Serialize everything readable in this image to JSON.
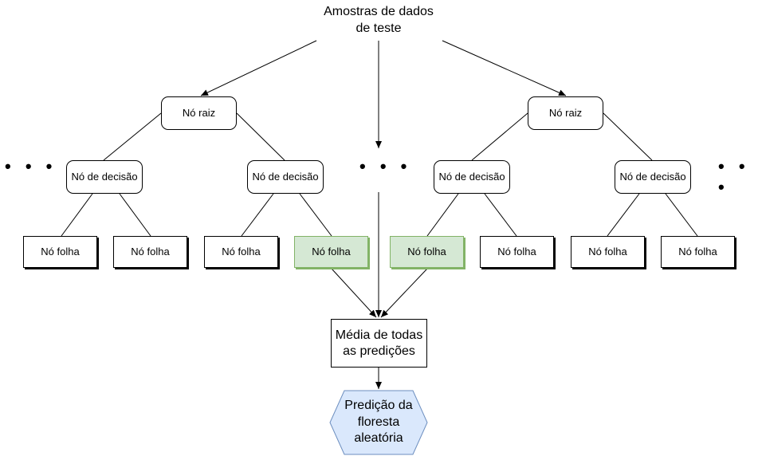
{
  "input": {
    "line1": "Amostras de dados",
    "line2": "de teste"
  },
  "trees": [
    {
      "root": "Nó raiz",
      "decisions": [
        "Nó de decisão",
        "Nó de decisão"
      ],
      "leaves": [
        "Nó folha",
        "Nó folha",
        "Nó folha",
        "Nó folha"
      ]
    },
    {
      "root": "Nó raiz",
      "decisions": [
        "Nó de decisão",
        "Nó de decisão"
      ],
      "leaves": [
        "Nó folha",
        "Nó folha",
        "Nó folha",
        "Nó folha"
      ]
    }
  ],
  "ellipsis": "• • •",
  "average": {
    "line1": "Média de todas",
    "line2": "as predições"
  },
  "output": {
    "line1": "Predição da",
    "line2": "floresta",
    "line3": "aleatória"
  },
  "colors": {
    "highlight_fill": "#d5e8d4",
    "highlight_stroke": "#82b366",
    "output_fill": "#dae8fc",
    "output_stroke": "#6c8ebf"
  }
}
